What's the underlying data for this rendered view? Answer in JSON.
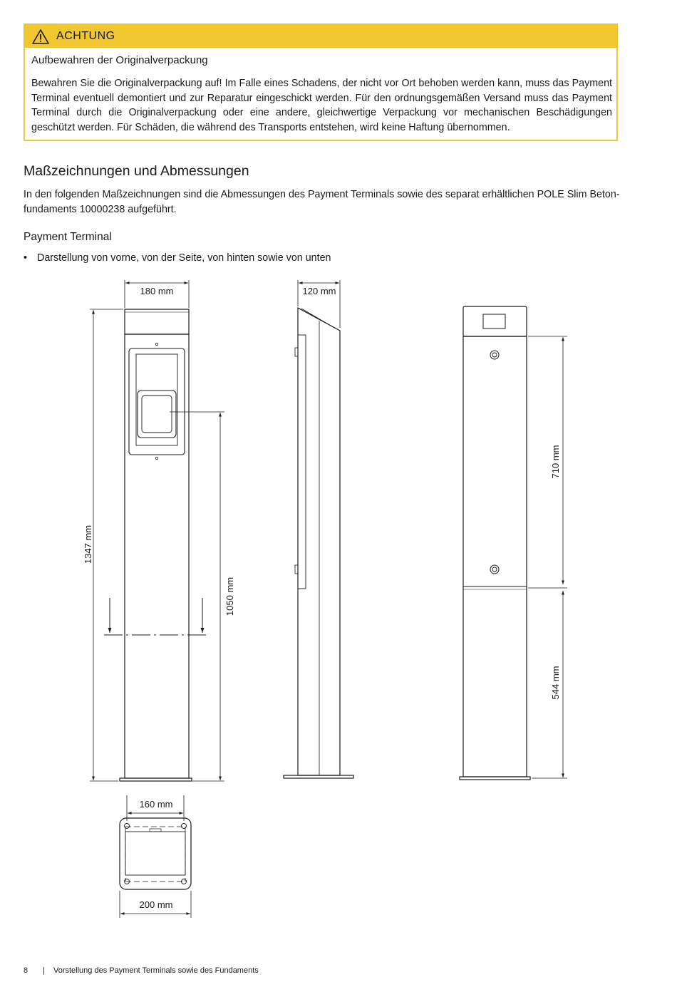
{
  "warning": {
    "label": "ACHTUNG",
    "subtitle": "Aufbewahren der Originalverpackung",
    "body": "Bewahren Sie die Originalverpackung auf! Im Falle eines Schadens, der nicht vor Ort behoben werden kann, muss das Payment Terminal eventuell demontiert und zur Reparatur eingeschickt werden. Für den ordnungsgemäßen Versand muss das Payment Terminal durch die Originalverpackung oder eine andere, gleichwertige Verpackung vor mechanischen Beschädigungen geschützt werden. Für Schäden, die während des Transports entstehen, wird keine Haftung übernommen.",
    "accent_color": "#f0c72e",
    "icon": "warning-triangle-icon"
  },
  "section": {
    "title": "Maßzeichnungen und Abmessungen",
    "intro": "In den folgenden Maßzeichnungen sind die Abmessungen des Payment Terminals sowie des separat erhältlichen POLE Slim Beton-fundaments 10000238 aufgeführt."
  },
  "subsection": {
    "title": "Payment Terminal",
    "bullet_symbol": "•",
    "bullet": "Darstellung von vorne, von der Seite, von hinten sowie von unten"
  },
  "dimensions": {
    "front_width": "180 mm",
    "side_depth": "120 mm",
    "total_height": "1347 mm",
    "display_height": "1050 mm",
    "rear_upper": "710 mm",
    "rear_lower": "544 mm",
    "base_inner": "160 mm",
    "base_outer": "200 mm"
  },
  "footer": {
    "page": "8",
    "divider": "|",
    "text": "Vorstellung des Payment Terminals sowie des Fundaments"
  }
}
